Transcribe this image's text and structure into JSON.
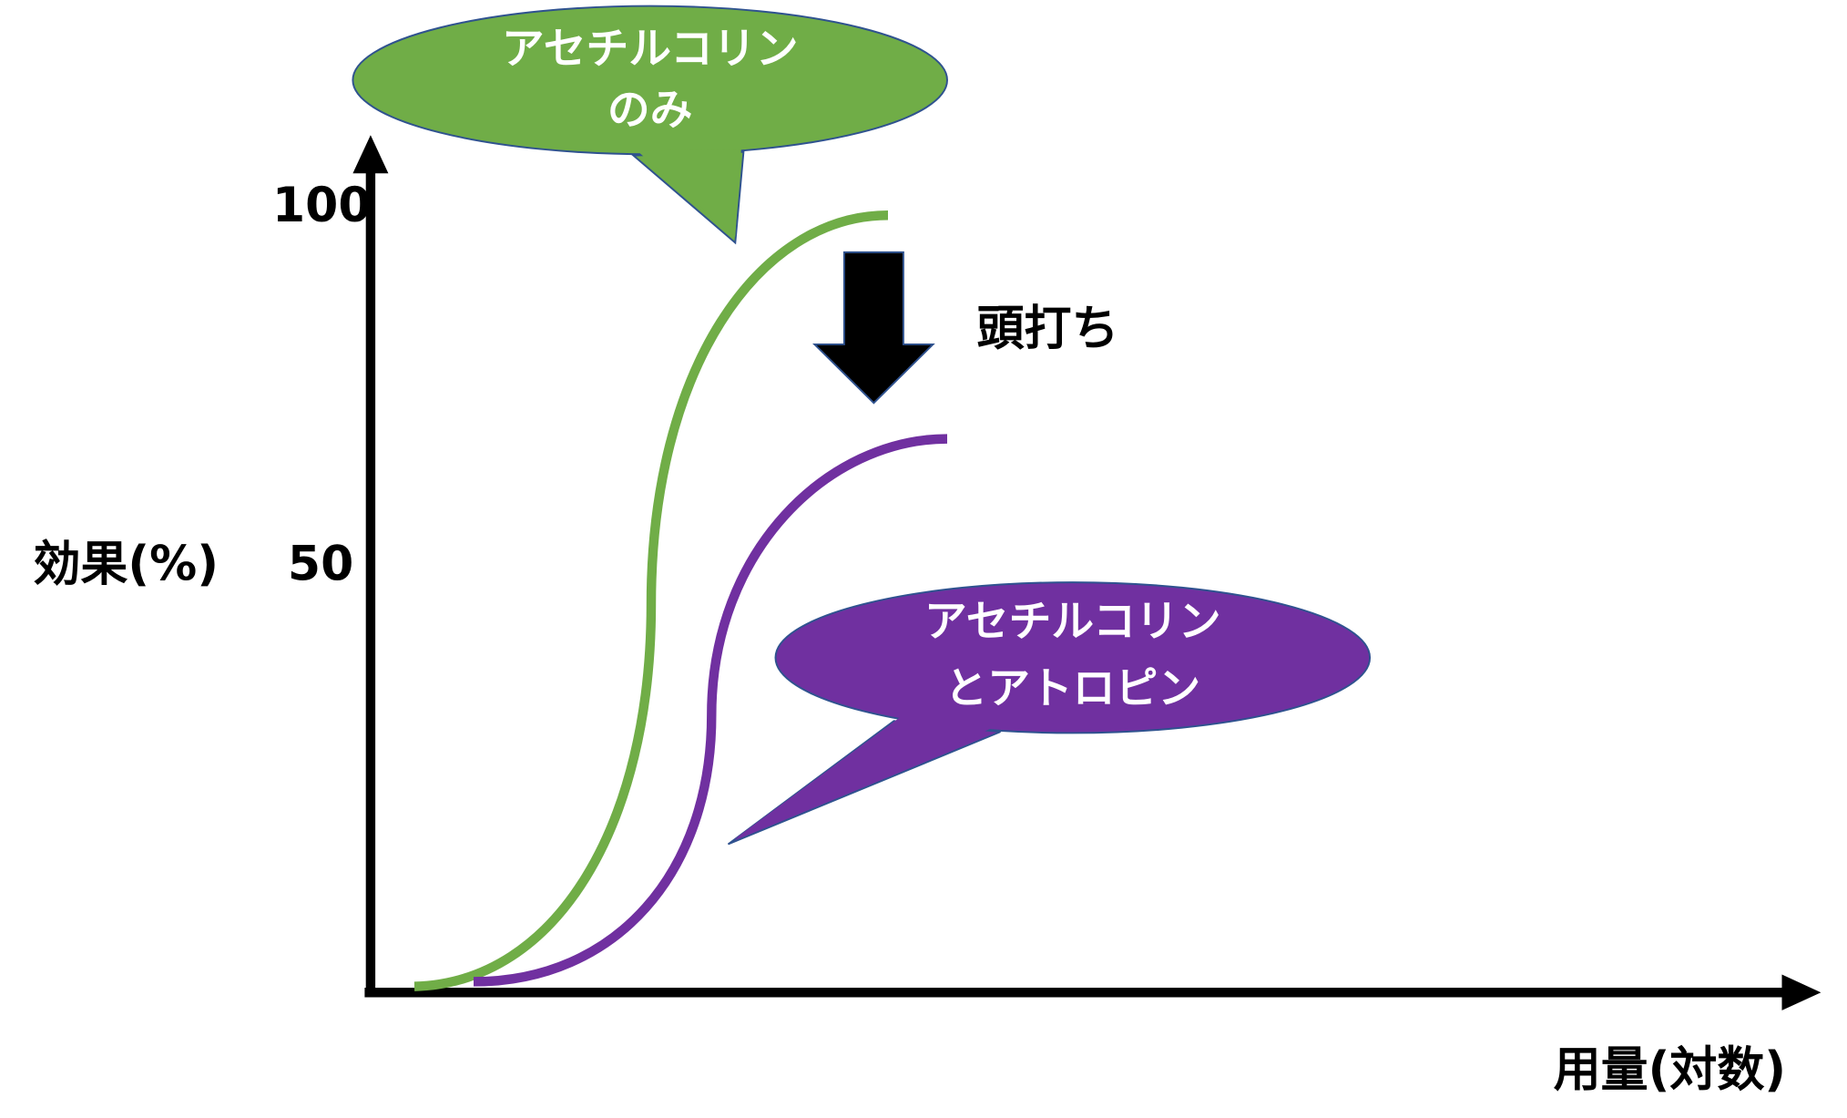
{
  "axes": {
    "y_label": "効果(%)",
    "x_label": "用量(対数)",
    "y_ticks": [
      "100",
      "50"
    ]
  },
  "annotation": {
    "arrow_label": "頭打ち"
  },
  "callouts": {
    "acetylcholine_only": {
      "line1": "アセチルコリン",
      "line2": "のみ"
    },
    "with_atropine": {
      "line1": "アセチルコリン",
      "line2": "とアトロピン"
    }
  },
  "colors": {
    "acetylcholine_only": "#70AD47",
    "with_atropine": "#7030A0",
    "outline": "#2F528F",
    "axis": "#000000"
  }
}
